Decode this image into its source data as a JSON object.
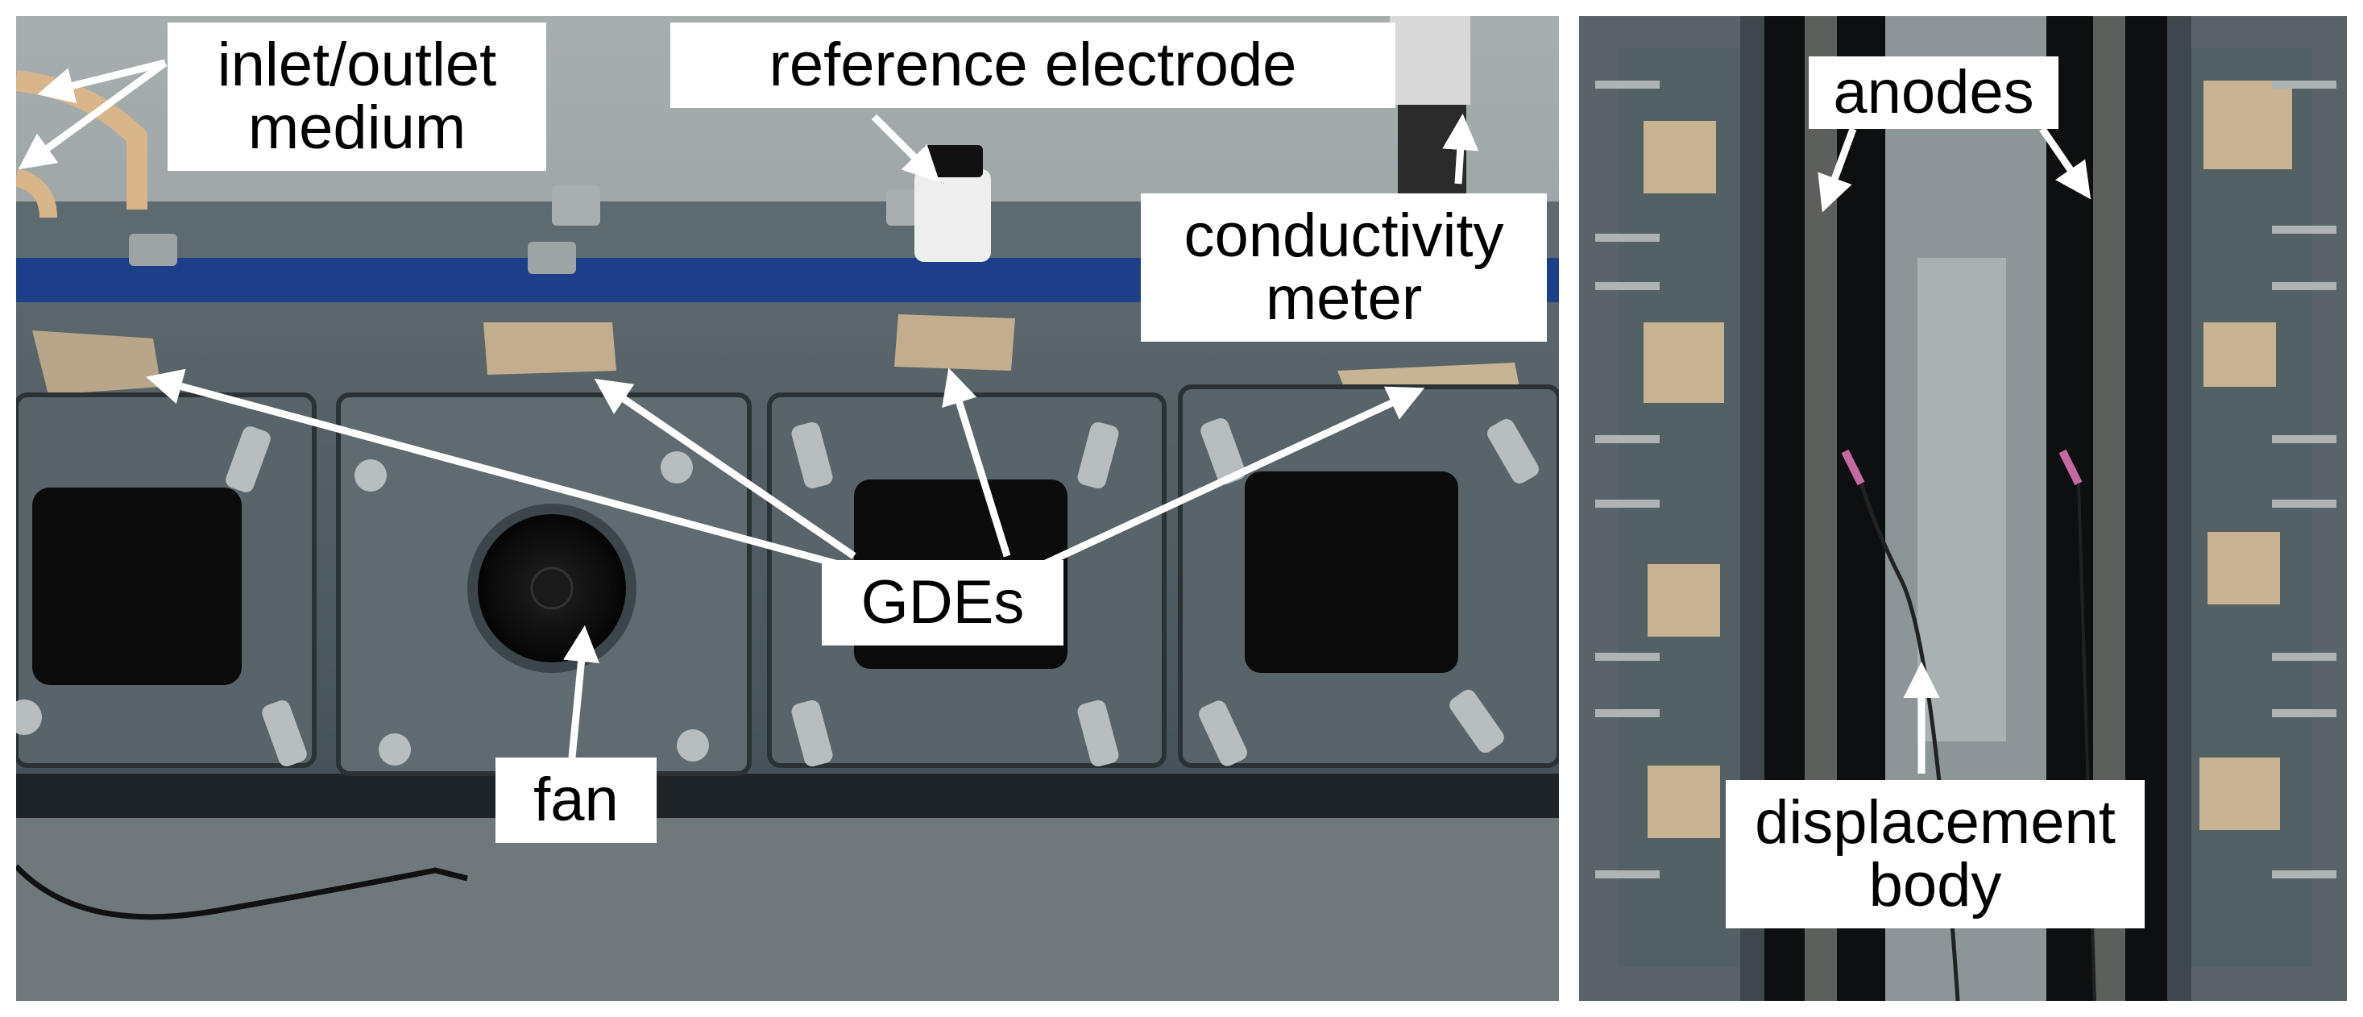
{
  "left_photo": {
    "labels": {
      "inlet_outlet": [
        "inlet/outlet",
        "medium"
      ],
      "reference_electrode": "reference electrode",
      "conductivity_meter": [
        "conductivity",
        "meter"
      ],
      "gdes": "GDEs",
      "fan": "fan"
    }
  },
  "right_photo": {
    "labels": {
      "anodes": "anodes",
      "displacement_body": [
        "displacement",
        "body"
      ]
    }
  },
  "colors": {
    "label_bg": "#ffffff",
    "label_text": "#000000",
    "arrow": "#ffffff",
    "cell_body": "#4e5a5e",
    "blue_strip": "#1d3f8a",
    "background_wall": "#8a9396"
  }
}
